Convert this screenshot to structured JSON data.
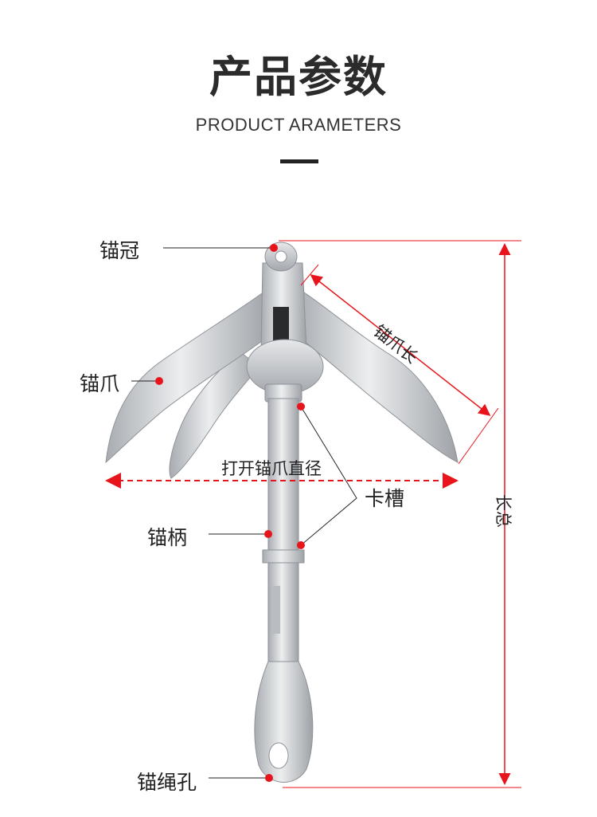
{
  "header": {
    "title": "产品参数",
    "subtitle": "PRODUCT ARAMETERS"
  },
  "labels": {
    "crown": "锚冠",
    "fluke": "锚爪",
    "shank": "锚柄",
    "rope_hole": "锚绳孔",
    "slot": "卡槽",
    "fluke_length": "锚爪长",
    "open_diameter": "打开锚爪直径",
    "total_length": "长总"
  },
  "colors": {
    "accent": "#e8141b",
    "metal_light": "#d9dbdd",
    "metal_dark": "#9a9ea3"
  }
}
